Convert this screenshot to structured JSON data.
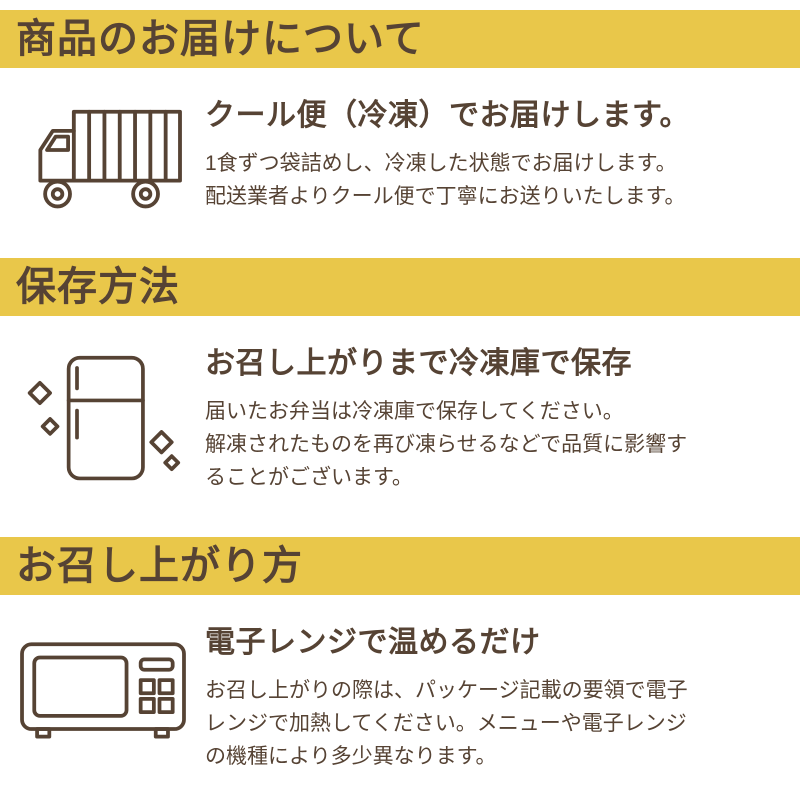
{
  "page": {
    "accent_color": "#e9c74a",
    "text_color": "#564334",
    "background": "#ffffff"
  },
  "sections": [
    {
      "header": "商品のお届けについて",
      "icon": "delivery-truck-icon",
      "title": "クール便（冷凍）でお届けします。",
      "body": "1食ずつ袋詰めし、冷凍した状態でお届けします。\n配送業者よりクール便で丁寧にお送りいたします。"
    },
    {
      "header": "保存方法",
      "icon": "refrigerator-icon",
      "title": "お召し上がりまで冷凍庫で保存",
      "body": "届いたお弁当は冷凍庫で保存してください。\n解凍されたものを再び凍らせるなどで品質に影響することがございます。"
    },
    {
      "header": "お召し上がり方",
      "icon": "microwave-icon",
      "title": "電子レンジで温めるだけ",
      "body": "お召し上がりの際は、パッケージ記載の要領で電子レンジで加熱してください。メニューや電子レンジの機種により多少異なります。"
    }
  ]
}
